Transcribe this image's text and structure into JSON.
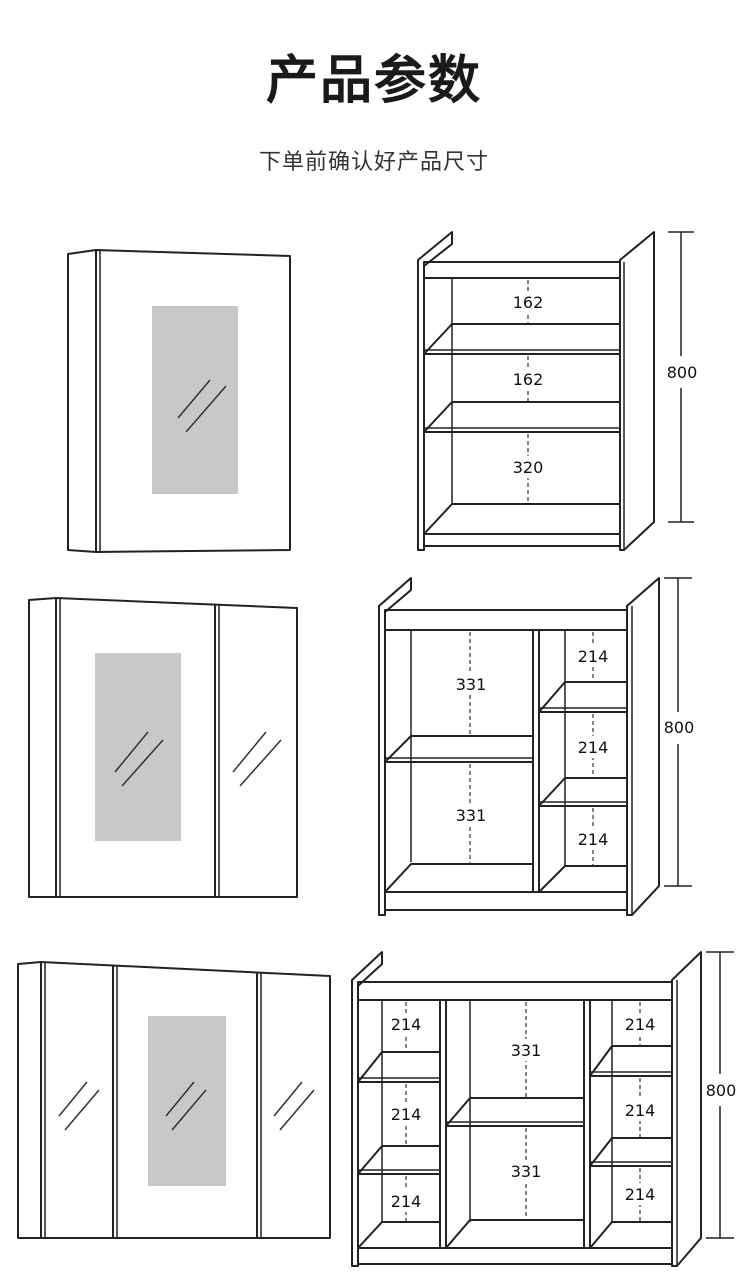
{
  "header": {
    "title": "产品参数",
    "subtitle": "下单前确认好产品尺寸"
  },
  "cabinet_small": {
    "height": "800",
    "shelves": [
      "162",
      "162",
      "320"
    ]
  },
  "cabinet_medium": {
    "height": "800",
    "left_shelves": [
      "331",
      "331"
    ],
    "right_shelves": [
      "214",
      "214",
      "214"
    ]
  },
  "cabinet_large": {
    "height": "800",
    "left_shelves": [
      "214",
      "214",
      "214"
    ],
    "center_shelves": [
      "331",
      "331"
    ],
    "right_shelves": [
      "214",
      "214",
      "214"
    ]
  }
}
